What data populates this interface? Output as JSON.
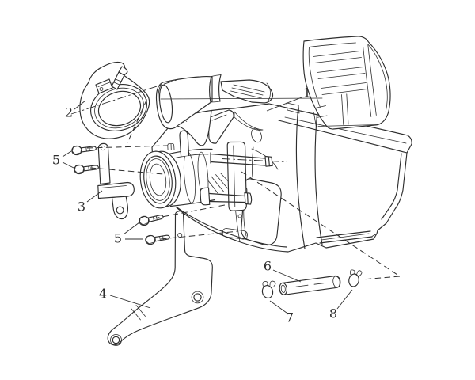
{
  "diagram": {
    "type": "exploded-parts-line-drawing",
    "background_color": "#ffffff",
    "line_color": "#2e2e2e",
    "callouts": [
      {
        "id": "callout-1",
        "text": "1"
      },
      {
        "id": "callout-2",
        "text": "2"
      },
      {
        "id": "callout-3",
        "text": "3"
      },
      {
        "id": "callout-5-upper",
        "text": "5"
      },
      {
        "id": "callout-5-lower",
        "text": "5"
      },
      {
        "id": "callout-4",
        "text": "4"
      },
      {
        "id": "callout-6",
        "text": "6"
      },
      {
        "id": "callout-7",
        "text": "7"
      },
      {
        "id": "callout-8",
        "text": "8"
      }
    ]
  }
}
